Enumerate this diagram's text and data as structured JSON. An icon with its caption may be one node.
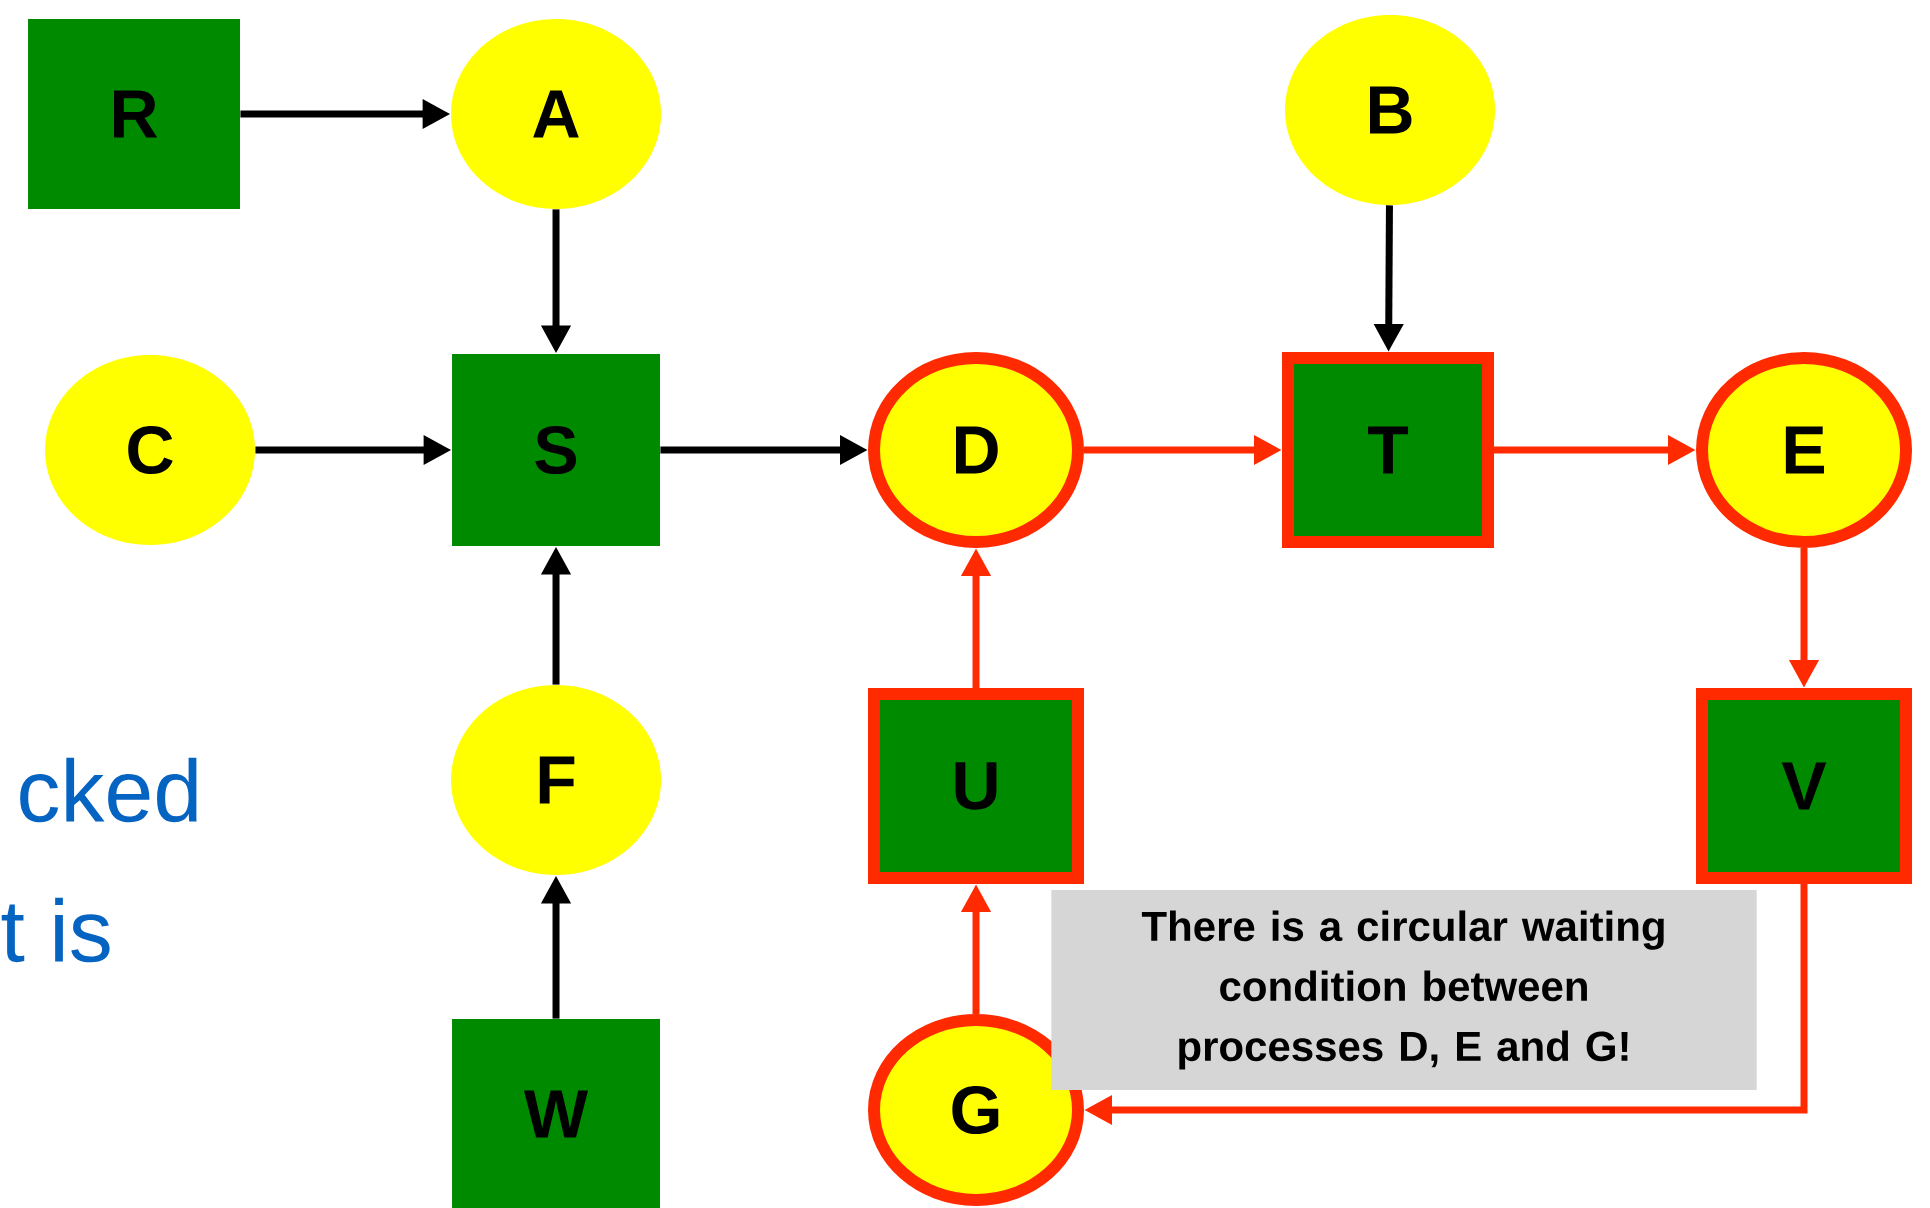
{
  "diagram": {
    "nodes": [
      {
        "text": [
          "R"
        ]
      },
      {
        "text": [
          "A"
        ]
      },
      {
        "text": [
          "B"
        ]
      },
      {
        "text": [
          "C"
        ]
      },
      {
        "text": [
          "S"
        ]
      },
      {
        "text": [
          "D"
        ]
      },
      {
        "text": [
          "T"
        ]
      },
      {
        "text": [
          "E"
        ]
      },
      {
        "text": [
          "F"
        ]
      },
      {
        "text": [
          "U"
        ]
      },
      {
        "text": [
          "V"
        ]
      },
      {
        "text": [
          "W"
        ]
      },
      {
        "text": [
          "G"
        ]
      },
      {
        "text": [
          "There is a circular waiting condition between processes D, E and G!"
        ]
      }
    ],
    "edges": [
      {
        "from": 0,
        "to": 1,
        "arrow": "to"
      },
      {
        "from": 1,
        "to": 4,
        "arrow": "to"
      },
      {
        "from": 3,
        "to": 4,
        "arrow": "to"
      },
      {
        "from": 4,
        "to": 5,
        "arrow": "to"
      },
      {
        "from": 8,
        "to": 4,
        "arrow": "to"
      },
      {
        "from": 11,
        "to": 8,
        "arrow": "to"
      },
      {
        "from": 2,
        "to": 6,
        "arrow": "to"
      },
      {
        "from": 5,
        "to": 6,
        "arrow": "to",
        "color": "#ff2a00"
      },
      {
        "from": 6,
        "to": 7,
        "arrow": "to",
        "color": "#ff2a00"
      },
      {
        "from": 7,
        "to": 10,
        "arrow": "to",
        "color": "#ff2a00"
      },
      {
        "from": 10,
        "to": 12,
        "arrow": "to",
        "color": "#ff2a00"
      },
      {
        "from": 12,
        "to": 9,
        "arrow": "to",
        "color": "#ff2a00"
      },
      {
        "from": 9,
        "to": 5,
        "arrow": "to",
        "color": "#ff2a00"
      }
    ],
    "labels": [
      "cked",
      "t is"
    ]
  }
}
